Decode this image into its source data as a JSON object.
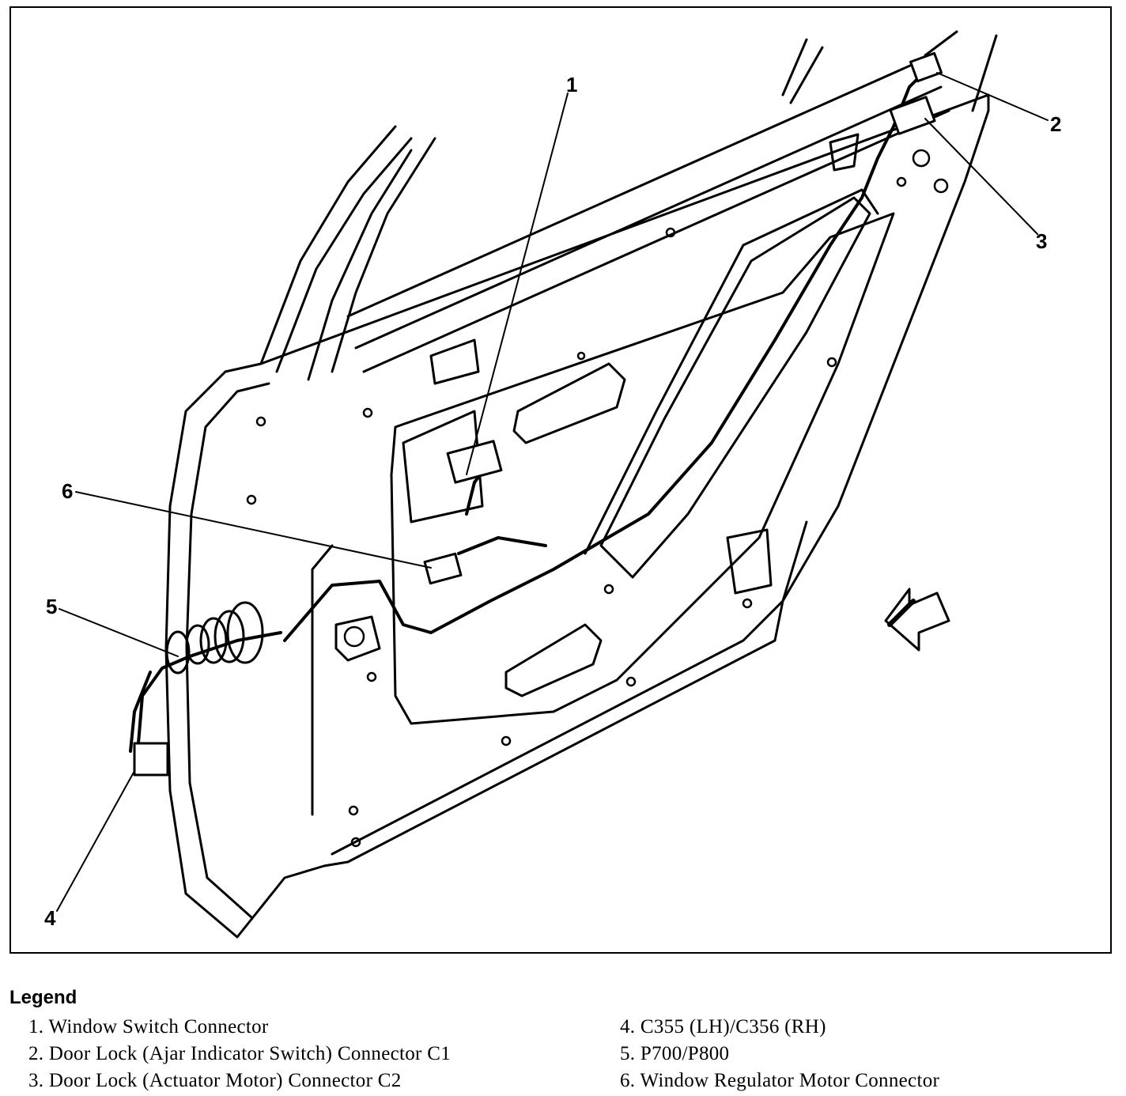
{
  "callouts": [
    "1",
    "2",
    "3",
    "4",
    "5",
    "6"
  ],
  "legend": {
    "title": "Legend",
    "items": [
      "1. Window Switch Connector",
      "2. Door Lock (Ajar Indicator Switch) Connector C1",
      "3. Door Lock (Actuator Motor) Connector C2",
      "4. C355 (LH)/C356 (RH)",
      "5. P700/P800",
      "6. Window Regulator Motor Connector"
    ]
  },
  "icons": [
    "front-direction-arrow-icon"
  ]
}
